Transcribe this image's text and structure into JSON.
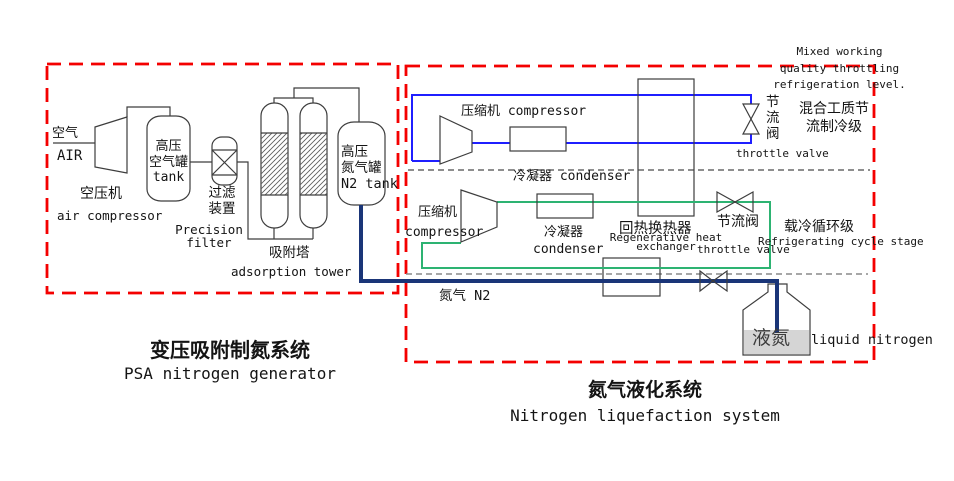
{
  "colors": {
    "red": "#f40000",
    "blue": "#1f1fff",
    "green": "#2db372",
    "navy": "#1a3578",
    "dash": "#8a8a8a",
    "ink": "#3d3d3d",
    "liquid": "#d5d5d5"
  },
  "psa": {
    "title_cn": "变压吸附制氮系统",
    "title_en": "PSA nitrogen generator",
    "air_cn": "空气",
    "air_en": "AIR",
    "compressor_cn": "空压机",
    "compressor_en": "air compressor",
    "air_tank_lines": [
      "高压",
      "空气罐",
      "tank"
    ],
    "filter_cn_lines": [
      "过滤",
      "装置"
    ],
    "filter_en_lines": [
      "Precision",
      "filter"
    ],
    "tower_cn": "吸附塔",
    "tower_en": "adsorption tower",
    "n2_tank_lines": [
      "高压",
      "氮气罐",
      "N2 tank"
    ]
  },
  "liq": {
    "title_cn": "氮气液化系统",
    "title_en": "Nitrogen liquefaction system",
    "comp1_label": "压缩机 compressor",
    "cond1_label": "冷凝器 condenser",
    "comp2_cn": "压缩机",
    "comp2_en": "compressor",
    "cond2_cn": "冷凝器",
    "cond2_en": "condenser",
    "hx_cn": "回热换热器",
    "hx_en_lines": [
      "Regenerative heat",
      "exchanger"
    ],
    "stage1_en_lines": [
      "Mixed working",
      "quality throttling",
      "refrigeration level."
    ],
    "stage1_cn_lines": [
      "混合工质节",
      "流制冷级"
    ],
    "valve1_cn_chars": [
      "节",
      "流",
      "阀"
    ],
    "valve1_en": "throttle valve",
    "valve2_cn": "节流阀",
    "valve2_en": "throttle valve",
    "stage2_cn": "载冷循环级",
    "stage2_en": "Refrigerating cycle stage",
    "n2_label": "氮气 N2",
    "dewar_cn": "液氮",
    "dewar_en": "liquid nitrogen"
  }
}
